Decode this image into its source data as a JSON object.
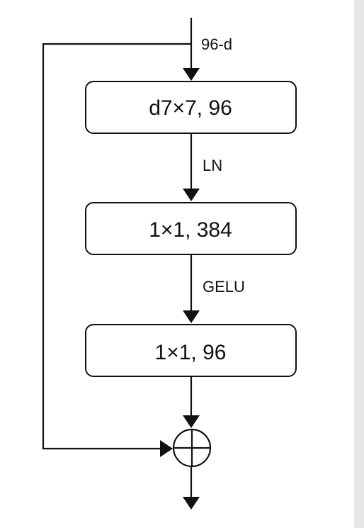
{
  "diagram": {
    "input_label": "96-d",
    "blocks": [
      {
        "label": "d7×7, 96"
      },
      {
        "label": "1×1, 384"
      },
      {
        "label": "1×1, 96"
      }
    ],
    "edge_labels": [
      "LN",
      "GELU"
    ],
    "sum_symbol": "⊕"
  }
}
